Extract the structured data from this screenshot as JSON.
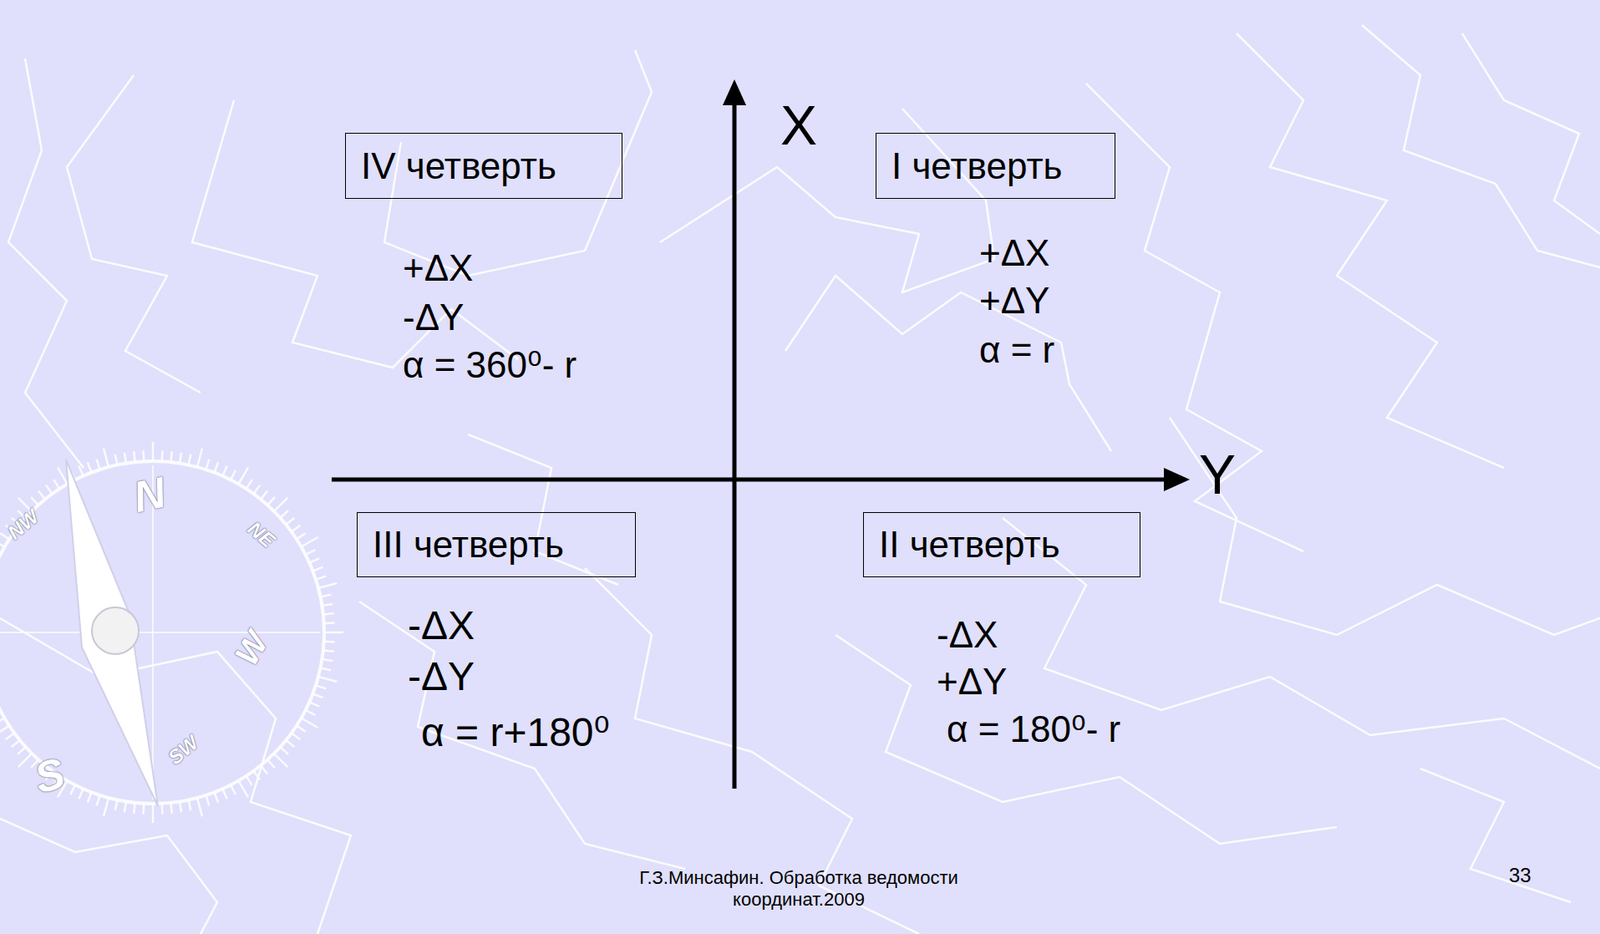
{
  "diagram": {
    "nodes": [
      {
        "text": [
          "IV четверть"
        ]
      },
      {
        "text": [
          "I четверть"
        ]
      },
      {
        "text": [
          "III четверть"
        ]
      },
      {
        "text": [
          "II четверть"
        ]
      }
    ],
    "labels": [
      "X",
      "Y",
      "+ΔX",
      "-ΔY",
      "α = 360⁰- r",
      "+ΔX",
      "+ΔY",
      "α = r",
      "-ΔX",
      "-ΔY",
      "α = r+180⁰",
      "-ΔX",
      "+ΔY",
      "α = 180⁰- r",
      "N",
      "NW",
      "NE",
      "W",
      "S",
      "SW",
      "Г.З.Минсафин. Обработка ведомости координат.2009",
      "33"
    ]
  }
}
